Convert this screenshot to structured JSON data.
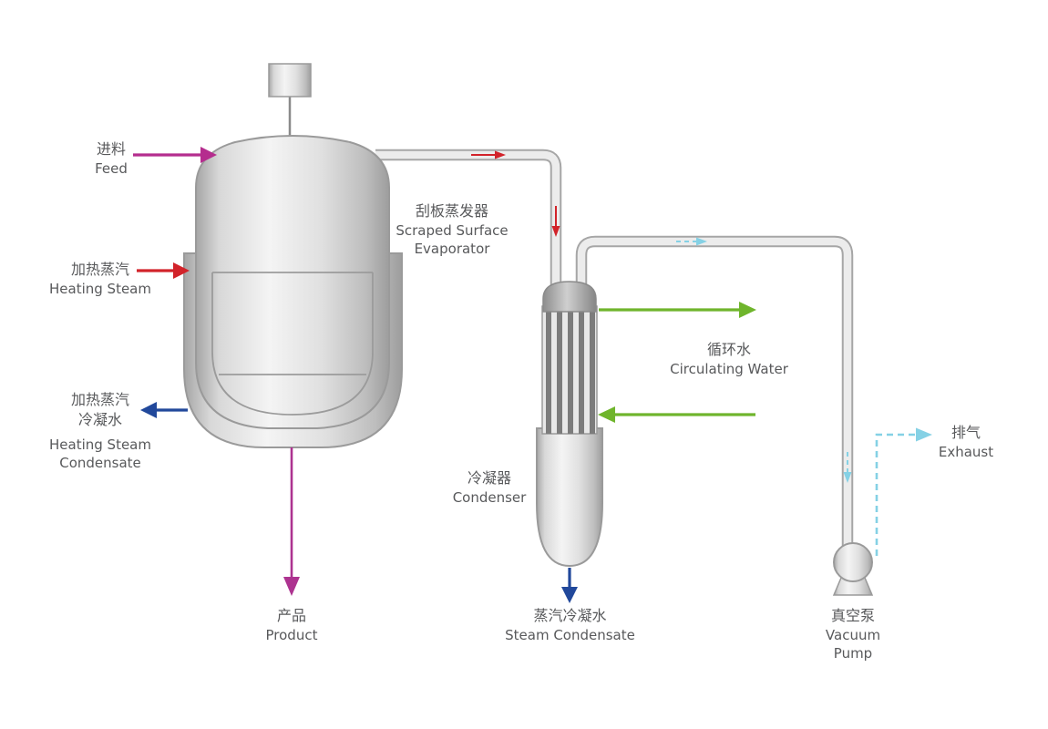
{
  "diagram": {
    "colors": {
      "feed": "#b52d8e",
      "heating_steam": "#d2232a",
      "condensate": "#21489b",
      "product": "#ad3390",
      "circulating_water": "#6fb52c",
      "exhaust": "#85d1e5",
      "pipe_fill": "#ececec",
      "pipe_stroke": "#a6a6a6",
      "label_text": "#58595b"
    },
    "labels": {
      "feed": {
        "zh": "进料",
        "en": "Feed"
      },
      "heating_steam": {
        "zh": "加热蒸汽",
        "en": "Heating Steam"
      },
      "heating_steam_condensate": {
        "zh1": "加热蒸汽",
        "zh2": "冷凝水",
        "en1": "Heating Steam",
        "en2": "Condensate"
      },
      "product": {
        "zh": "产品",
        "en": "Product"
      },
      "evaporator": {
        "zh": "刮板蒸发器",
        "en1": "Scraped Surface",
        "en2": "Evaporator"
      },
      "circulating_water": {
        "zh": "循环水",
        "en": "Circulating Water"
      },
      "condenser": {
        "zh": "冷凝器",
        "en": "Condenser"
      },
      "steam_condensate": {
        "zh": "蒸汽冷凝水",
        "en": "Steam Condensate"
      },
      "exhaust": {
        "zh": "排气",
        "en": "Exhaust"
      },
      "vacuum_pump": {
        "zh": "真空泵",
        "en1": "Vacuum",
        "en2": "Pump"
      }
    }
  }
}
